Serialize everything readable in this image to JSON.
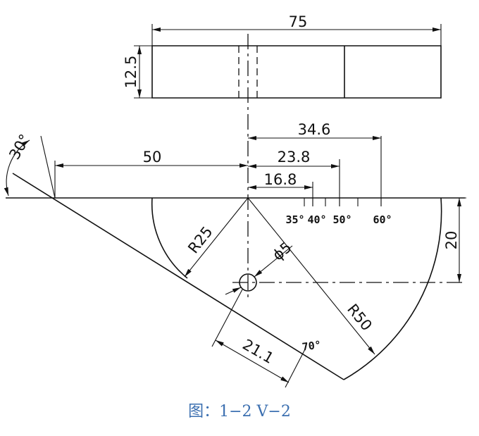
{
  "caption": "图：1−2   V−2",
  "dimensions": {
    "top_length": "75",
    "top_thickness": "12.5",
    "dim_34_6": "34.6",
    "dim_23_8": "23.8",
    "dim_16_8": "16.8",
    "dim_50": "50",
    "dim_20": "20",
    "radius_small": "R25",
    "radius_large": "R50",
    "hole": "ϕ5",
    "dim_21_1": "21.1"
  },
  "angles": {
    "a30": "30°",
    "a35": "35°",
    "a40": "40°",
    "a50": "50°",
    "a60": "60°",
    "a70": "70°"
  }
}
